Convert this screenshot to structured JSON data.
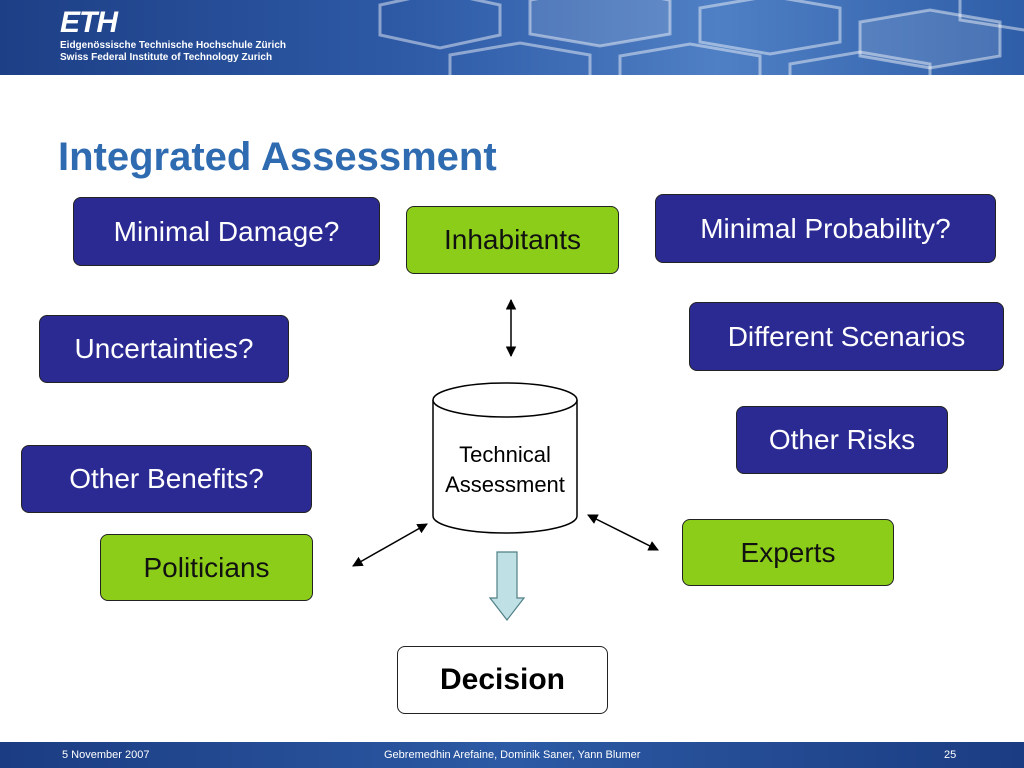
{
  "header": {
    "logo": "ETH",
    "institution_de": "Eidgenössische Technische Hochschule Zürich",
    "institution_en": "Swiss Federal Institute of Technology Zurich"
  },
  "slide": {
    "title": "Integrated Assessment"
  },
  "diagram": {
    "center": {
      "line1": "Technical",
      "line2": "Assessment"
    },
    "questions": {
      "minimal_damage": "Minimal Damage?",
      "minimal_probability": "Minimal Probability?",
      "uncertainties": "Uncertainties?",
      "different_scenarios": "Different Scenarios",
      "other_benefits": "Other Benefits?",
      "other_risks": "Other Risks"
    },
    "stakeholders": {
      "inhabitants": "Inhabitants",
      "politicians": "Politicians",
      "experts": "Experts"
    },
    "decision": "Decision",
    "colors": {
      "question_box": "#2b2a92",
      "stakeholder_box": "#8ccd1a",
      "title": "#2f6bb0",
      "down_arrow": "#bfe0e4"
    }
  },
  "footer": {
    "date": "5 November 2007",
    "authors": "Gebremedhin Arefaine, Dominik Saner, Yann Blumer",
    "page": "25"
  }
}
